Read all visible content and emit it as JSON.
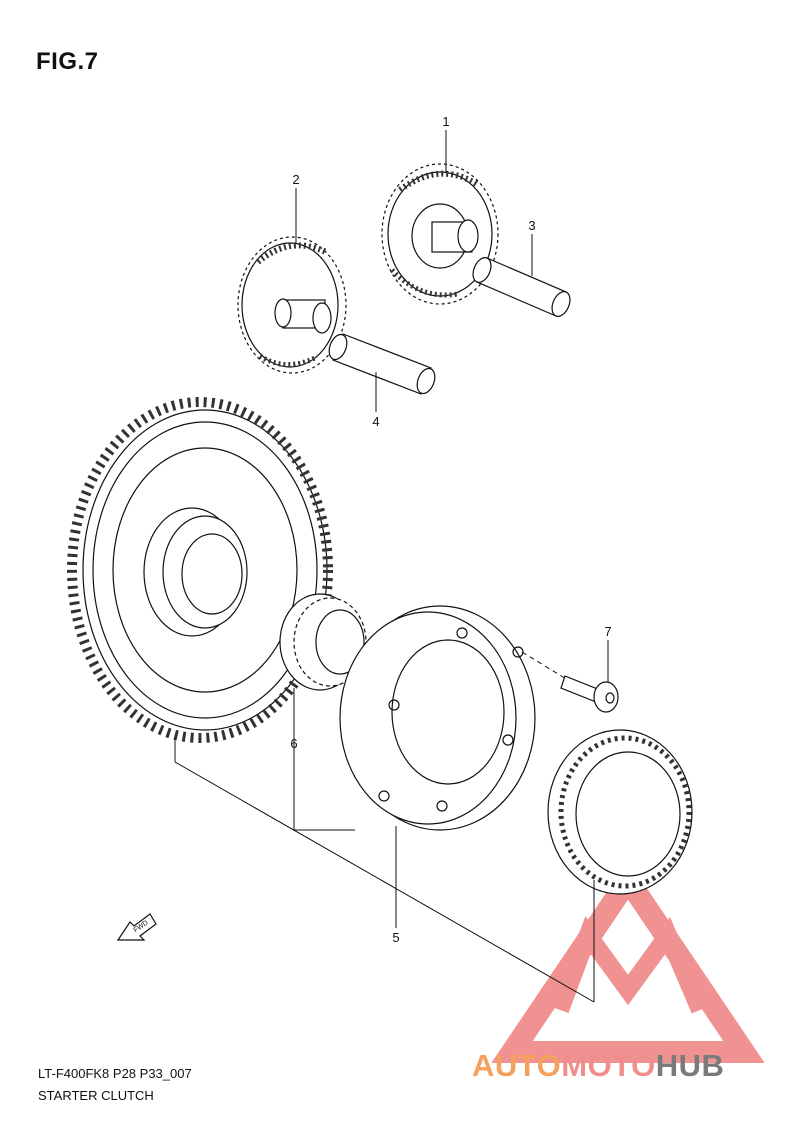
{
  "figure": {
    "title": "FIG.7",
    "code": "LT-F400FK8 P28 P33_007",
    "name": "STARTER CLUTCH"
  },
  "callouts": [
    "1",
    "2",
    "3",
    "4",
    "5",
    "6",
    "7"
  ],
  "fwd_label": "FWD",
  "watermark": {
    "part1": "AUTO",
    "part2": "MOTO",
    "part3": "HUB",
    "colors": {
      "auto": "#f5a15d",
      "moto": "#f08e8e",
      "hub": "#7a7a7a",
      "logo": "#ef7f7f"
    }
  }
}
